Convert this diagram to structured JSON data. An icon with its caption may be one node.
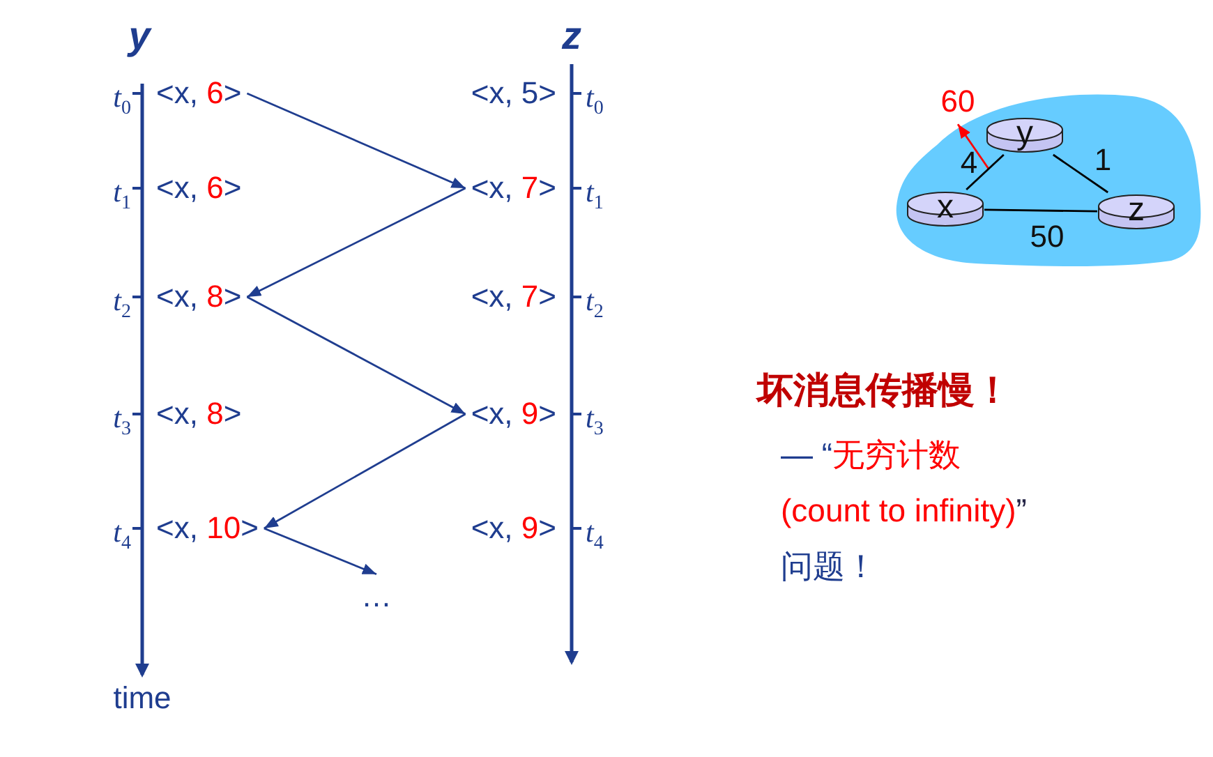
{
  "diagram": {
    "nodes": [
      {
        "text": [
          "<x, 6>"
        ]
      },
      {
        "text": [
          "<x, 5>"
        ]
      },
      {
        "text": [
          "<x, 6>"
        ]
      },
      {
        "text": [
          "<x, 7>"
        ]
      },
      {
        "text": [
          "<x, 8>"
        ]
      },
      {
        "text": [
          "<x, 7>"
        ]
      },
      {
        "text": [
          "<x, 8>"
        ]
      },
      {
        "text": [
          "<x, 9>"
        ]
      },
      {
        "text": [
          "<x, 10>"
        ]
      },
      {
        "text": [
          "<x, 9>"
        ]
      },
      {
        "text": [
          "…"
        ]
      },
      {
        "text": [
          "60"
        ]
      },
      {
        "text": [],
        "shape": "cloud"
      },
      {
        "text": [
          "y"
        ],
        "in": 12
      },
      {
        "text": [
          "x"
        ],
        "in": 12
      },
      {
        "text": [
          "z"
        ],
        "in": 12
      }
    ],
    "edges": [
      {
        "from": 0,
        "to": 3,
        "arrow": "to"
      },
      {
        "from": 3,
        "to": 4,
        "arrow": "to"
      },
      {
        "from": 4,
        "to": 7,
        "arrow": "to"
      },
      {
        "from": 7,
        "to": 8,
        "arrow": "to"
      },
      {
        "from": 8,
        "to": 10,
        "arrow": "to"
      },
      {
        "from": null,
        "to": 11,
        "arrow": "to",
        "color": "#ff0000"
      },
      {
        "from": 14,
        "to": 13,
        "arrow": "none",
        "label": "4",
        "color": "#000000"
      },
      {
        "from": 13,
        "to": 15,
        "arrow": "none",
        "label": "1",
        "color": "#000000"
      },
      {
        "from": 14,
        "to": 15,
        "arrow": "none",
        "label": "50",
        "color": "#000000"
      }
    ],
    "labels": [
      "y",
      "z",
      "*t*$_{0}$",
      "*t*$_{0}$",
      "*t*$_{1}$",
      "*t*$_{1}$",
      "*t*$_{2}$",
      "*t*$_{2}$",
      "*t*$_{3}$",
      "*t*$_{3}$",
      "*t*$_{4}$",
      "*t*$_{4}$",
      "time",
      "坏消息传播慢！",
      "— “无穷计数 (count to infinity)” 问题！"
    ]
  }
}
